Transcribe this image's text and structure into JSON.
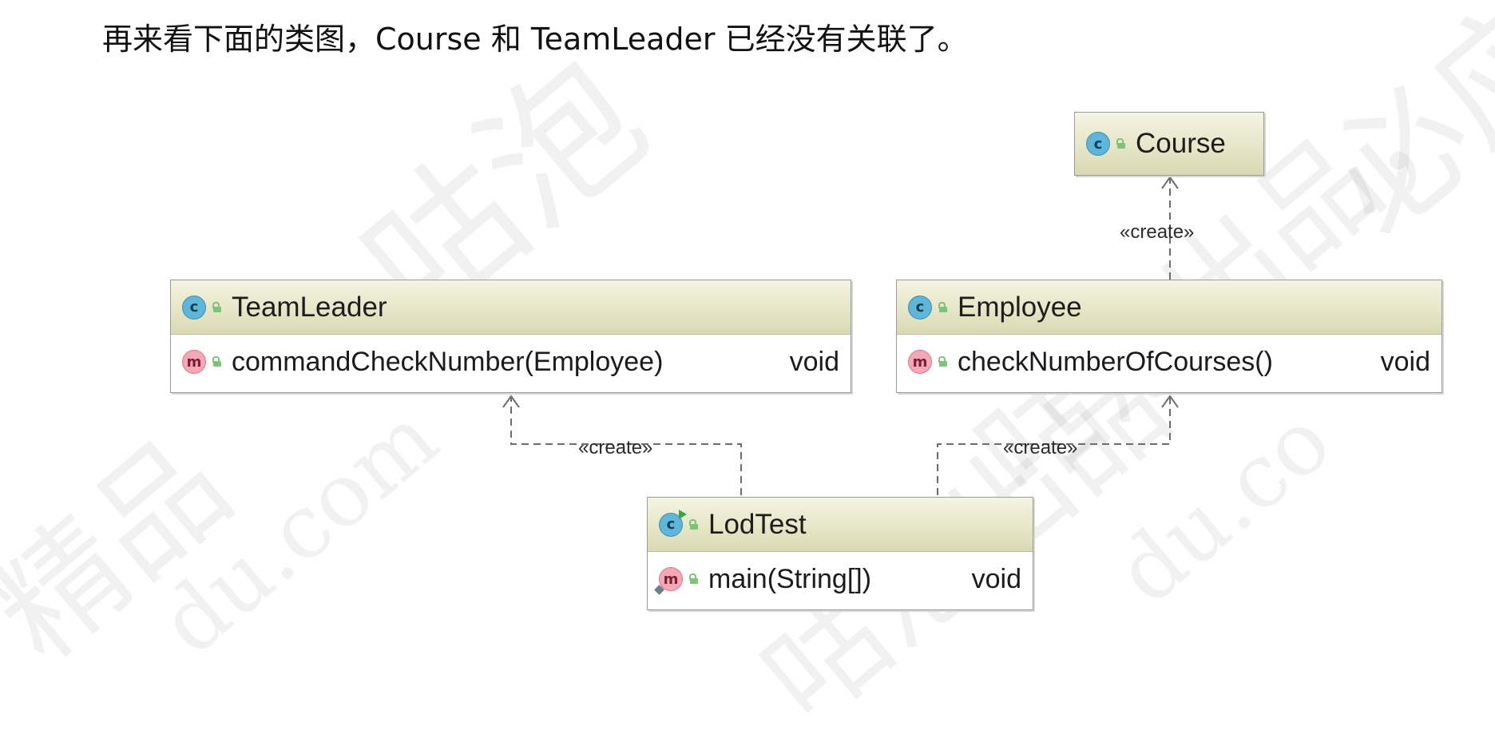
{
  "intro_text": "再来看下面的类图，Course 和 TeamLeader 已经没有关联了。",
  "watermarks": {
    "top_center": "咕泡",
    "top_right": "必应",
    "middle_right": "咕泡出品，",
    "left_bottom": "精品",
    "left_url": "du.com",
    "center_bottom": "咕泡出品",
    "right_url": "du.co"
  },
  "colors": {
    "class_header_gradient": [
      "#f4f4e4",
      "#d9d9b3"
    ],
    "class_icon": "#5fb6d9",
    "method_icon": "#f4a7b4",
    "public_icon": "#7fc27a",
    "connector": "#6d6d6d"
  },
  "classes": {
    "course": {
      "icon": "c",
      "name": "Course"
    },
    "team_leader": {
      "icon": "c",
      "name": "TeamLeader",
      "method": {
        "icon": "m",
        "signature": "commandCheckNumber(Employee)",
        "return_type": "void"
      }
    },
    "employee": {
      "icon": "c",
      "name": "Employee",
      "method": {
        "icon": "m",
        "signature": "checkNumberOfCourses()",
        "return_type": "void"
      }
    },
    "lod_test": {
      "icon": "c",
      "name": "LodTest",
      "method": {
        "icon": "m",
        "signature": "main(String[])",
        "return_type": "void"
      }
    }
  },
  "relations": {
    "employee_to_course": "«create»",
    "lodtest_to_teamleader": "«create»",
    "lodtest_to_employee": "«create»"
  }
}
